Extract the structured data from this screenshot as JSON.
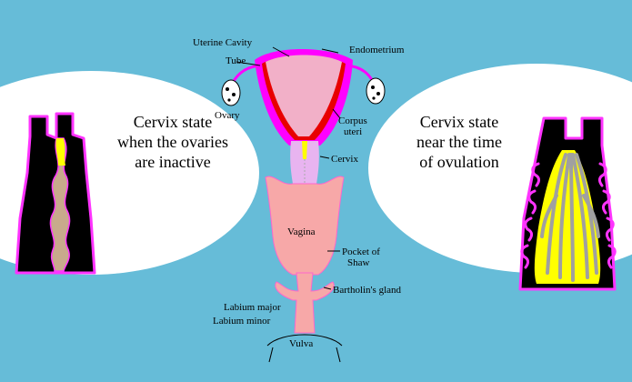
{
  "colors": {
    "background": "#66bcd8",
    "ellipse": "#ffffff",
    "tissue": "#000000",
    "mucosa_edge": "#ff33ff",
    "mucus": "#ffff00",
    "strands": "#a0a0a0",
    "uterus_outer": "#ff00ff",
    "endometrium": "#e80000",
    "uterus_body": "#f2b0c8",
    "vagina": "#f7a8a8",
    "cervix": "#e8b4f0"
  },
  "icons": {
    "left_cervix": "cervix-inactive-cross-section-icon",
    "right_cervix": "cervix-ovulation-cross-section-icon",
    "center": "female-reproductive-tract-icon"
  },
  "left_caption": [
    "Cervix state",
    "when the ovaries",
    "are inactive"
  ],
  "right_caption": [
    "Cervix state",
    "near the time",
    "of ovulation"
  ],
  "labels": {
    "uterine_cavity": "Uterine Cavity",
    "endometrium": "Endometrium",
    "tube": "Tube",
    "ovary": "Ovary",
    "corpus_uteri": [
      "Corpus",
      "uteri"
    ],
    "cervix": "Cervix",
    "vagina": "Vagina",
    "pocket_of_shaw": [
      "Pocket of",
      "Shaw"
    ],
    "bartholins_gland": "Bartholin's gland",
    "labium_major": "Labium major",
    "labium_minor": "Labium minor",
    "vulva": "Vulva"
  }
}
